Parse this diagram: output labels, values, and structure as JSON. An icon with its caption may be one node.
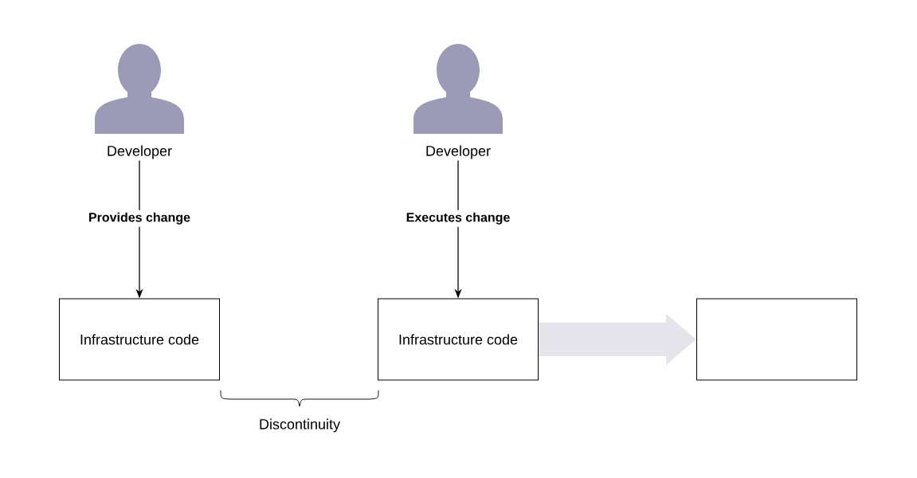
{
  "diagram": {
    "nodes": [
      {
        "text": [
          "Developer"
        ]
      },
      {
        "text": [
          "Developer"
        ]
      },
      {
        "text": [
          "Infrastructure code"
        ]
      },
      {
        "text": [
          "Infrastructure code"
        ]
      },
      {
        "text": [],
        "shape": "box"
      }
    ],
    "edges": [
      {
        "from": 0,
        "to": 2,
        "arrow": "to",
        "label": "Provides change"
      },
      {
        "from": 1,
        "to": 3,
        "arrow": "to",
        "label": "Executes change"
      },
      {
        "from": 3,
        "to": 4,
        "arrow": "to",
        "style": "thick",
        "color": "#e4e4ea"
      }
    ],
    "labels": [
      "Discontinuity"
    ]
  }
}
